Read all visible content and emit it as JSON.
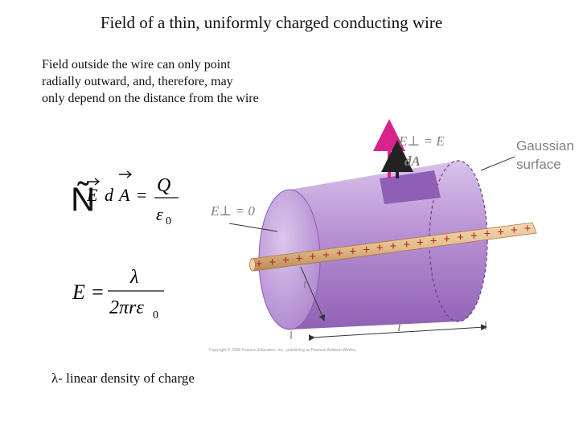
{
  "slide": {
    "title": "Field of a thin, uniformly charged conducting wire",
    "description_lines": [
      "Field outside the wire can only point",
      "radially outward, and, therefore, may",
      "only depend on the distance from the wire"
    ],
    "footnote": "λ- linear density of charge"
  },
  "equations": {
    "gauss": {
      "integral_glyph": "Ñ",
      "E": "E",
      "d": "d",
      "A": "A",
      "equals": "=",
      "numerator": "Q",
      "denominator": "ε",
      "denominator_sub": "0"
    },
    "field": {
      "lhs": "E =",
      "numerator": "λ",
      "denominator": "2πrε",
      "denominator_sub": "0"
    }
  },
  "figure": {
    "gaussian_label_line1": "Gaussian",
    "gaussian_label_line2": "surface",
    "e_perp_equals_e": "E⊥ = E",
    "da_label": "dA",
    "e_perp_zero": "E⊥ = 0",
    "radius_label": "r",
    "length_label": "l",
    "plus_sign": "+",
    "copyright": "Copyright © 2008 Pearson Education, Inc., publishing as Pearson Addison-Wesley"
  },
  "colors": {
    "cylinder_side": "#b78fd3",
    "cylinder_cap": "#c8a6e0",
    "patch": "#8e5fb4",
    "wire": "#e3bd8c",
    "plus": "#b5241c",
    "e_arrow": "#d9238c",
    "da_arrow": "#222222",
    "label_gray": "#808080"
  }
}
